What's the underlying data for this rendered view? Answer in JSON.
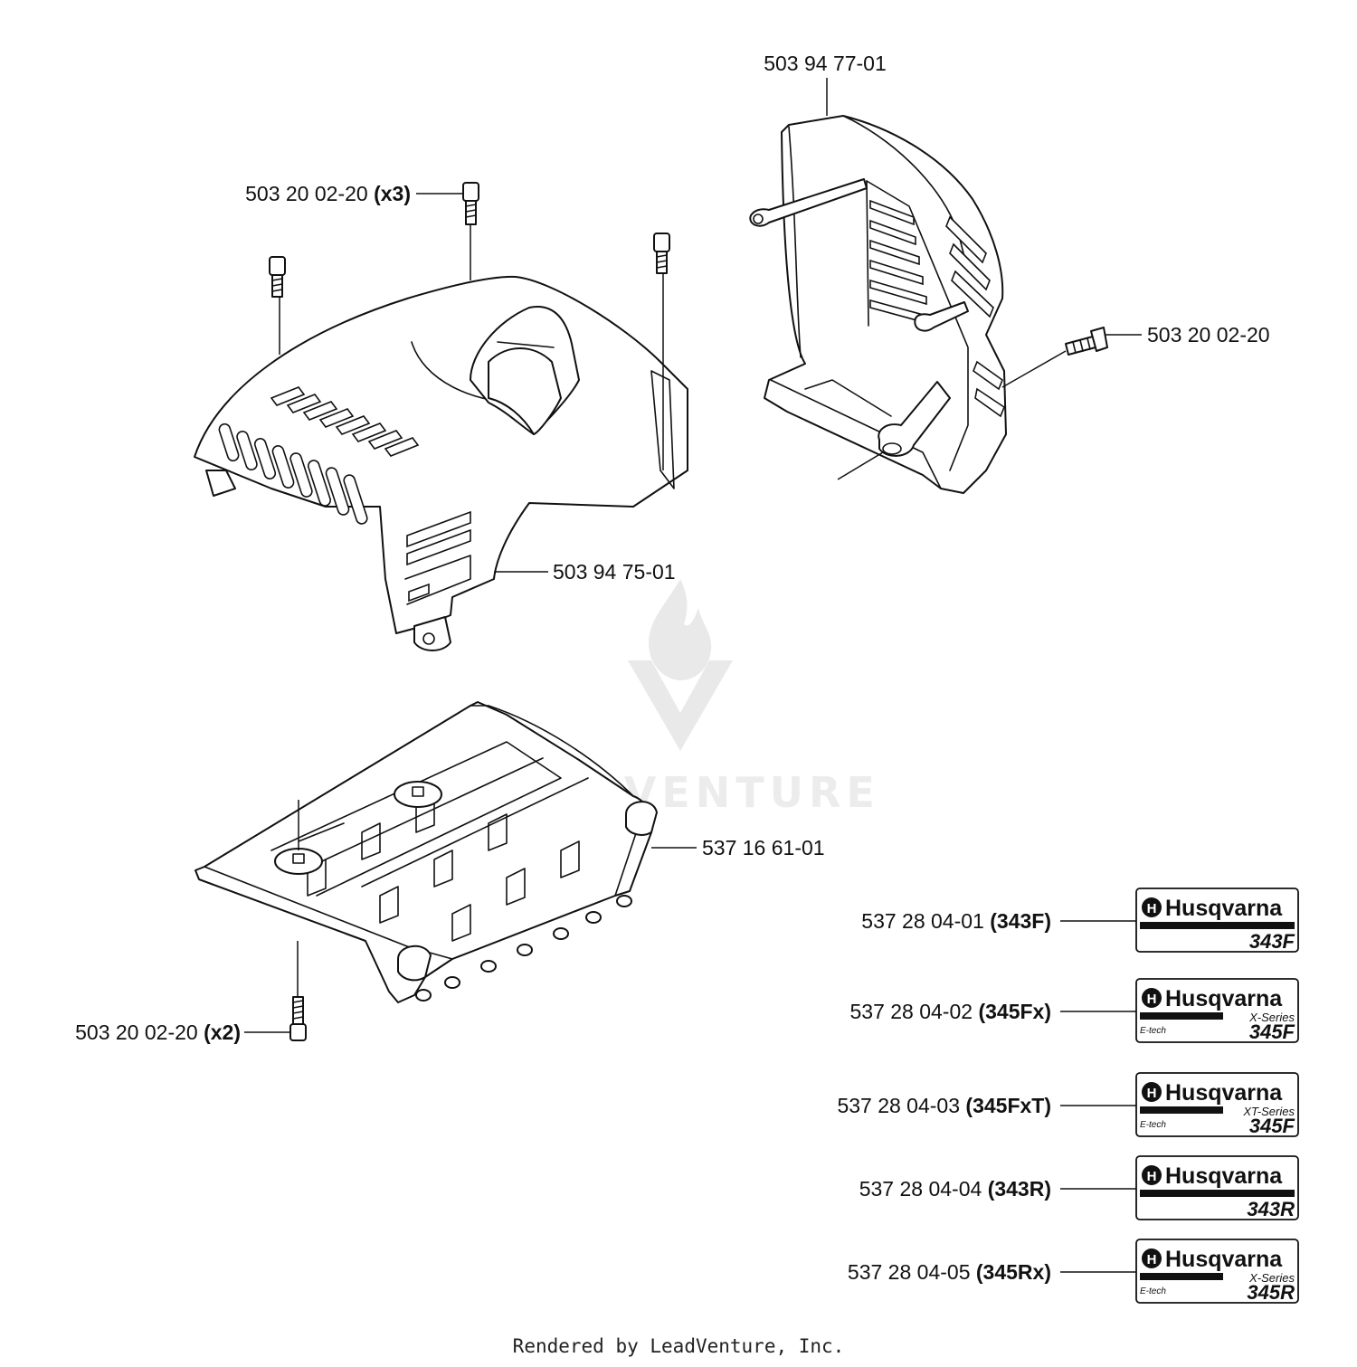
{
  "labels": {
    "screws_top": {
      "number": "503 20 02-20",
      "qty": "(x3)"
    },
    "top_cover": {
      "number": "503 94 75-01"
    },
    "air_cover": {
      "number": "503 94 77-01"
    },
    "screw_side": {
      "number": "503 20 02-20"
    },
    "bottom_plate": {
      "number": "537 16 61-01"
    },
    "screws_bottom": {
      "number": "503 20 02-20",
      "qty": "(x2)"
    }
  },
  "decals": [
    {
      "number": "537 28 04-01",
      "variant": "(343F)",
      "brand": "Husqvarna",
      "series": "",
      "etech": "",
      "model": "343F"
    },
    {
      "number": "537 28 04-02",
      "variant": "(345Fx)",
      "brand": "Husqvarna",
      "series": "X-Series",
      "etech": "E-tech",
      "model": "345F"
    },
    {
      "number": "537 28 04-03",
      "variant": "(345FxT)",
      "brand": "Husqvarna",
      "series": "XT-Series",
      "etech": "E-tech",
      "model": "345F"
    },
    {
      "number": "537 28 04-04",
      "variant": "(343R)",
      "brand": "Husqvarna",
      "series": "",
      "etech": "",
      "model": "343R"
    },
    {
      "number": "537 28 04-05",
      "variant": "(345Rx)",
      "brand": "Husqvarna",
      "series": "X-Series",
      "etech": "E-tech",
      "model": "345R"
    }
  ],
  "watermark": {
    "text": "LEADVENTURE"
  },
  "footer": {
    "text": "Rendered by LeadVenture, Inc."
  }
}
